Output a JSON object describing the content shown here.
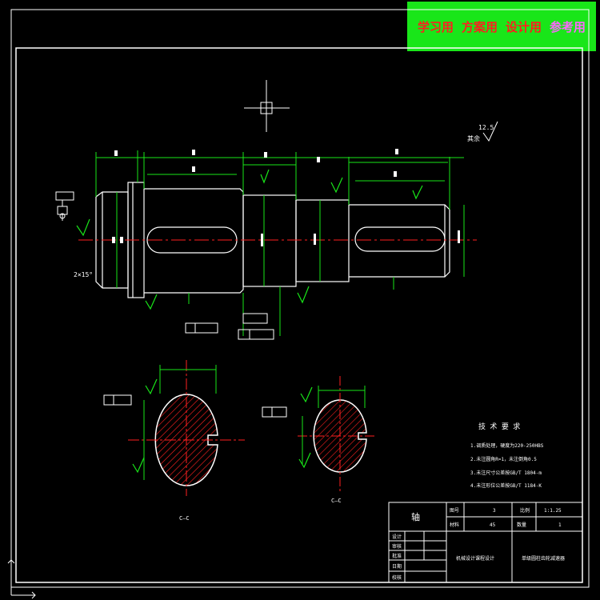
{
  "banner": {
    "items": [
      {
        "label": "学习用",
        "color": "#ff1e1e"
      },
      {
        "label": "方案用",
        "color": "#ff1e1e"
      },
      {
        "label": "设计用",
        "color": "#ff1e1e"
      },
      {
        "label": "参考用",
        "color": "#ff66ff"
      }
    ]
  },
  "drawing": {
    "roughness_symbol": "12.5",
    "chamfer_note": "2×15°",
    "section_left_label": "C—C",
    "section_right_label": "C—C",
    "tech_requirements": {
      "title": "技 术 要 求",
      "lines": [
        "1.调质处理，硬度为220-250HBS",
        "2.未注圆角R=1，未注倒角0.5",
        "3.未注尺寸公差按GB/T 1804-m",
        "4.未注形位公差按GB/T 1184-K"
      ]
    },
    "title_block": {
      "part_name": "轴",
      "label_ratio": "比例",
      "value_ratio": "1:1.25",
      "label_scale": "比例",
      "value_material": "45",
      "label_count": "数量",
      "value_count": "1",
      "label_drawing": "图号",
      "row_design": "设计",
      "row_check": "审核",
      "row_approve": "批准",
      "school": "机械设计课程设计",
      "project": "单级圆柱齿轮减速器"
    }
  },
  "colors": {
    "line": "#ffffff",
    "dimension": "#19e619",
    "centerline": "#ff2020",
    "hatch": "#ff2020",
    "accent": "#ffff00"
  }
}
